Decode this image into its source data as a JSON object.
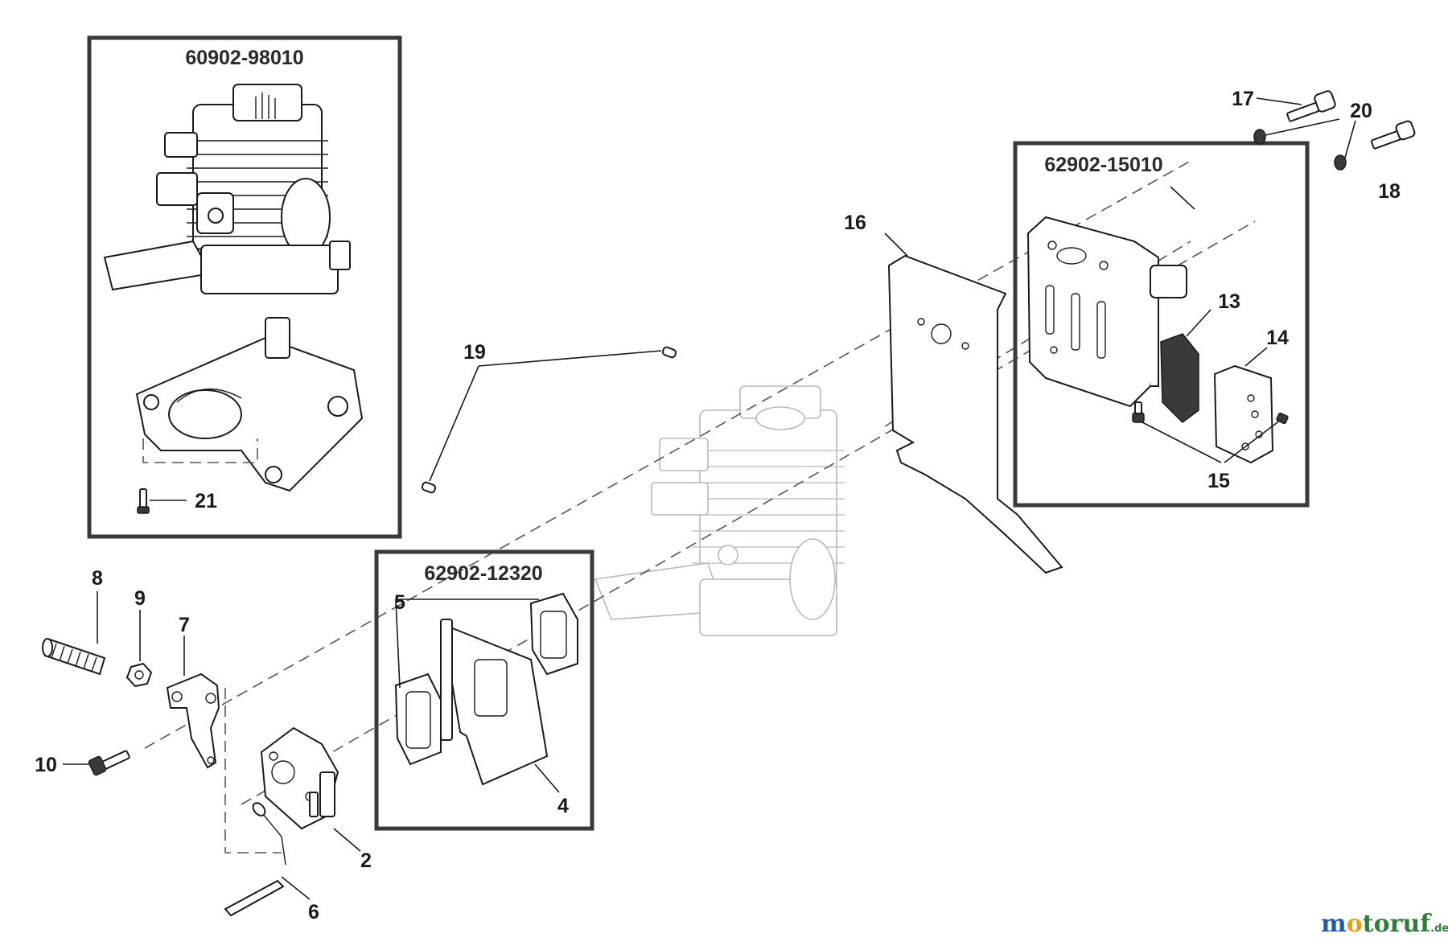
{
  "kits": [
    {
      "id": "kit-cylinder",
      "label": "60902-98010"
    },
    {
      "id": "kit-gaskets",
      "label": "62902-12320"
    },
    {
      "id": "kit-muffler",
      "label": "62902-15010"
    }
  ],
  "callouts": [
    "2",
    "4",
    "5",
    "6",
    "7",
    "8",
    "9",
    "10",
    "13",
    "14",
    "15",
    "16",
    "17",
    "18",
    "19",
    "20",
    "21"
  ],
  "watermark": {
    "brand": "motoruf",
    "suffix": ".de"
  },
  "colors": {
    "watermark_m": "#1e5fa8",
    "watermark_o": "#e0a21b",
    "watermark_rest": "#2f7d3a"
  }
}
